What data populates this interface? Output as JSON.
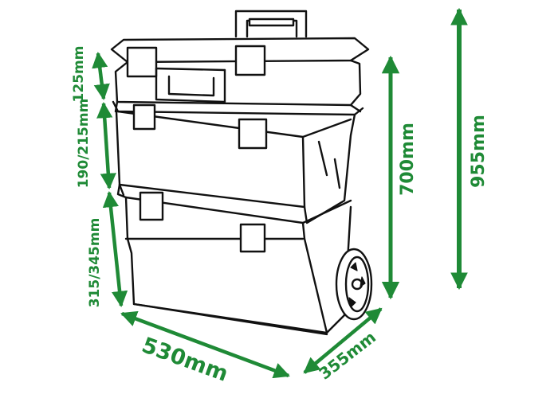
{
  "accent_color": "#1f8a36",
  "line_color": "#111111",
  "dimensions": {
    "top_tray_height": "125mm",
    "middle_box_height": "190/215mm",
    "bottom_box_height": "315/345mm",
    "width": "530mm",
    "depth": "355mm",
    "stacked_height": "700mm",
    "total_height": "955mm"
  }
}
